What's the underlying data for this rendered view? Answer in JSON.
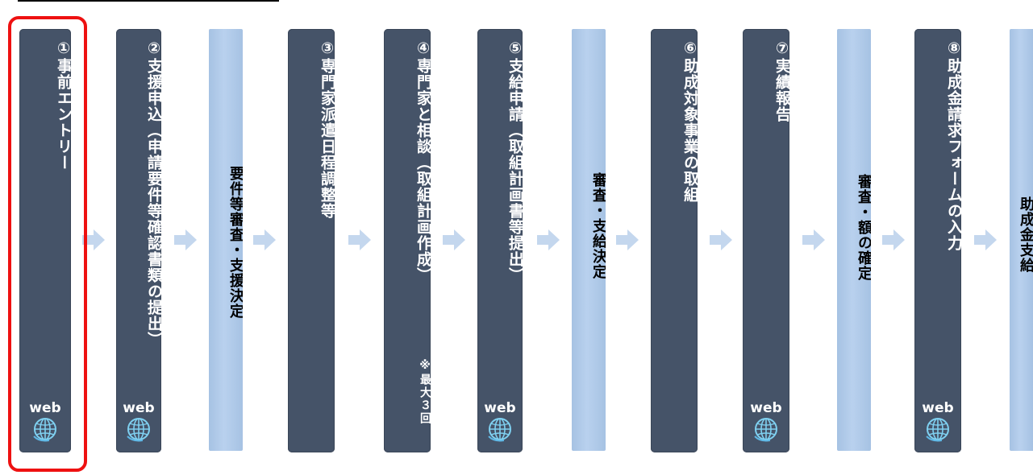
{
  "steps": [
    {
      "id": "step1",
      "label": "①事前エントリー",
      "web": "web",
      "style": "dark"
    },
    {
      "id": "step2",
      "label": "②支援申込（申請要件等確認書類の提出）",
      "web": "web",
      "style": "dark"
    },
    {
      "id": "review1",
      "label": "要件等審査・支援決定",
      "style": "light"
    },
    {
      "id": "step3",
      "label": "③専門家派遣日程調整等",
      "style": "dark"
    },
    {
      "id": "step4",
      "label": "④専門家と相談（取組計画作成）",
      "note": "※最大３回",
      "style": "dark"
    },
    {
      "id": "step5",
      "label": "⑤支給申請（取組計画書等提出）",
      "web": "web",
      "style": "dark"
    },
    {
      "id": "review2",
      "label": "審査・支給決定",
      "style": "light"
    },
    {
      "id": "step6",
      "label": "⑥助成対象事業の取組",
      "style": "dark"
    },
    {
      "id": "step7",
      "label": "⑦実績報告",
      "web": "web",
      "style": "dark"
    },
    {
      "id": "review3",
      "label": "審査・額の確定",
      "style": "light"
    },
    {
      "id": "step8",
      "label": "⑧助成金請求フォームの入力",
      "web": "web",
      "style": "dark"
    },
    {
      "id": "payment",
      "label": "助成金支給",
      "style": "light"
    }
  ],
  "colors": {
    "dark_step": "#455368",
    "light_step": "#a6c2e3",
    "arrow": "#c4d7ee",
    "highlight": "#ee1111",
    "globe": "#7fd0f0"
  },
  "highlighted_step": "step1",
  "icon": "globe-icon"
}
